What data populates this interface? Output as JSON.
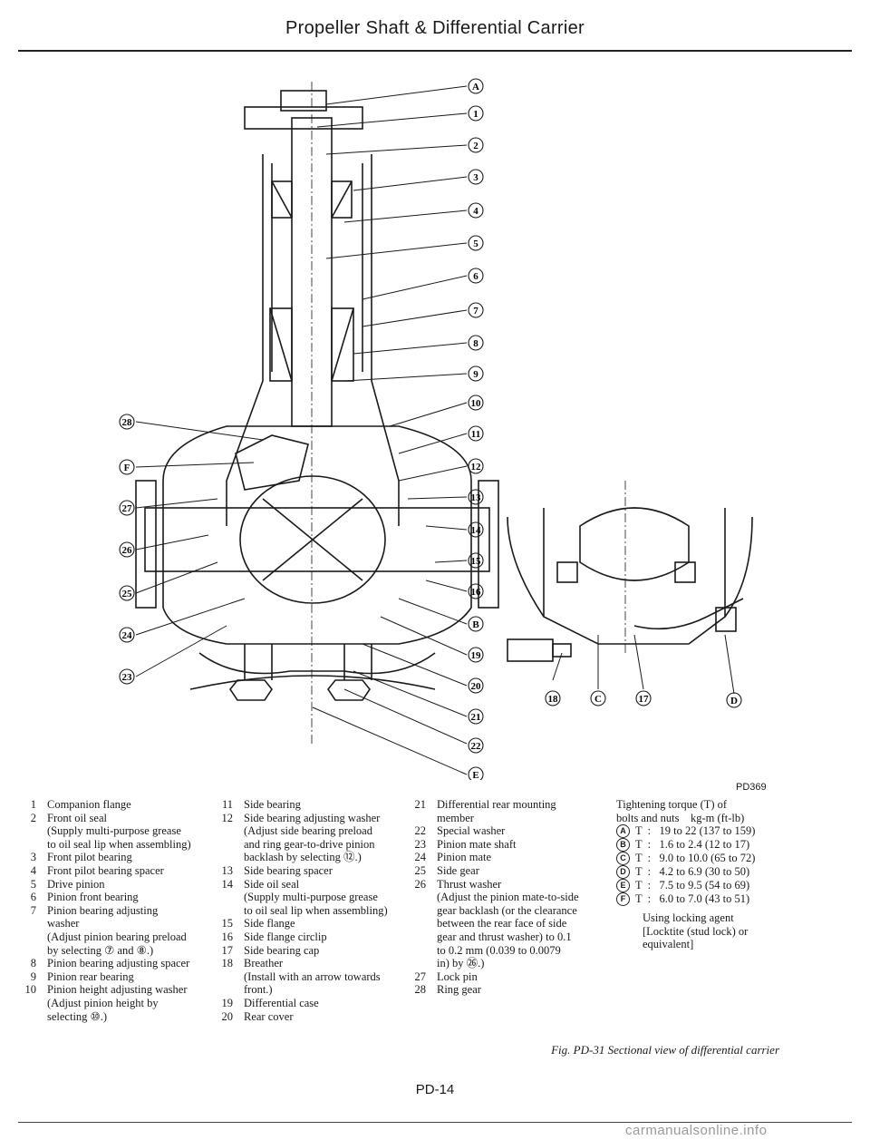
{
  "header": {
    "title": "Propeller Shaft & Differential Carrier"
  },
  "figure": {
    "code": "PD369",
    "callouts_right": [
      "A",
      "1",
      "2",
      "3",
      "4",
      "5",
      "6",
      "7",
      "8",
      "9",
      "10",
      "11",
      "12",
      "13",
      "14",
      "15",
      "16",
      "B",
      "19",
      "20",
      "21",
      "22",
      "E"
    ],
    "callouts_left": [
      "28",
      "F",
      "27",
      "26",
      "25",
      "24",
      "23"
    ],
    "callouts_detail": [
      "18",
      "C",
      "17",
      "D"
    ],
    "caption": "Fig. PD-31 Sectional view of differential carrier"
  },
  "legend": {
    "col1": [
      {
        "n": "1",
        "lines": [
          "Companion flange"
        ]
      },
      {
        "n": "2",
        "lines": [
          "Front oil seal",
          "(Supply multi-purpose grease",
          "to oil seal lip when assembling)"
        ]
      },
      {
        "n": "3",
        "lines": [
          "Front pilot bearing"
        ]
      },
      {
        "n": "4",
        "lines": [
          "Front pilot bearing spacer"
        ]
      },
      {
        "n": "5",
        "lines": [
          "Drive pinion"
        ]
      },
      {
        "n": "6",
        "lines": [
          "Pinion front bearing"
        ]
      },
      {
        "n": "7",
        "lines": [
          "Pinion bearing adjusting",
          "washer",
          "(Adjust pinion bearing preload",
          "by selecting ⑦ and ⑧.)"
        ]
      },
      {
        "n": "8",
        "lines": [
          "Pinion bearing adjusting spacer"
        ]
      },
      {
        "n": "9",
        "lines": [
          "Pinion rear bearing"
        ]
      },
      {
        "n": "10",
        "lines": [
          "Pinion height adjusting washer",
          "(Adjust pinion height by",
          "selecting ⑩.)"
        ]
      }
    ],
    "col2": [
      {
        "n": "11",
        "lines": [
          "Side bearing"
        ]
      },
      {
        "n": "12",
        "lines": [
          "Side bearing adjusting washer",
          "(Adjust side bearing preload",
          "and ring gear-to-drive pinion",
          "backlash by selecting ⑫.)"
        ]
      },
      {
        "n": "13",
        "lines": [
          "Side bearing spacer"
        ]
      },
      {
        "n": "14",
        "lines": [
          "Side oil seal",
          "(Supply multi-purpose grease",
          "to oil seal lip when assembling)"
        ]
      },
      {
        "n": "15",
        "lines": [
          "Side flange"
        ]
      },
      {
        "n": "16",
        "lines": [
          "Side flange circlip"
        ]
      },
      {
        "n": "17",
        "lines": [
          "Side bearing cap"
        ]
      },
      {
        "n": "18",
        "lines": [
          "Breather",
          "(Install with an arrow towards",
          "front.)"
        ]
      },
      {
        "n": "19",
        "lines": [
          "Differential case"
        ]
      },
      {
        "n": "20",
        "lines": [
          "Rear cover"
        ]
      }
    ],
    "col3": [
      {
        "n": "21",
        "lines": [
          "Differential rear mounting",
          "member"
        ]
      },
      {
        "n": "22",
        "lines": [
          "Special washer"
        ]
      },
      {
        "n": "23",
        "lines": [
          "Pinion mate shaft"
        ]
      },
      {
        "n": "24",
        "lines": [
          "Pinion mate"
        ]
      },
      {
        "n": "25",
        "lines": [
          "Side gear"
        ]
      },
      {
        "n": "26",
        "lines": [
          "Thrust washer",
          "(Adjust the pinion mate-to-side",
          "gear backlash (or the clearance",
          "between the rear face of side",
          "gear and thrust washer) to 0.1",
          "to 0.2 mm (0.039 to 0.0079",
          "in) by ㉖.)"
        ]
      },
      {
        "n": "27",
        "lines": [
          "Lock pin"
        ]
      },
      {
        "n": "28",
        "lines": [
          "Ring gear"
        ]
      }
    ]
  },
  "torque": {
    "title_lines": [
      "Tightening torque (T) of",
      "bolts and nuts    kg-m (ft-lb)"
    ],
    "rows": [
      {
        "mark": "A",
        "value": "T  :   19 to 22 (137 to 159)"
      },
      {
        "mark": "B",
        "value": "T  :   1.6 to 2.4 (12 to 17)"
      },
      {
        "mark": "C",
        "value": "T  :   9.0 to 10.0 (65 to 72)"
      },
      {
        "mark": "D",
        "value": "T  :   4.2 to 6.9 (30 to 50)"
      },
      {
        "mark": "E",
        "value": "T  :   7.5 to 9.5 (54 to 69)"
      },
      {
        "mark": "F",
        "value": "T  :   6.0 to 7.0 (43 to 51)"
      }
    ],
    "note_lines": [
      "Using locking agent",
      "[Locktite (stud lock) or",
      "equivalent]"
    ]
  },
  "footer": {
    "page": "PD-14",
    "watermark": "carmanualsonline.info"
  }
}
